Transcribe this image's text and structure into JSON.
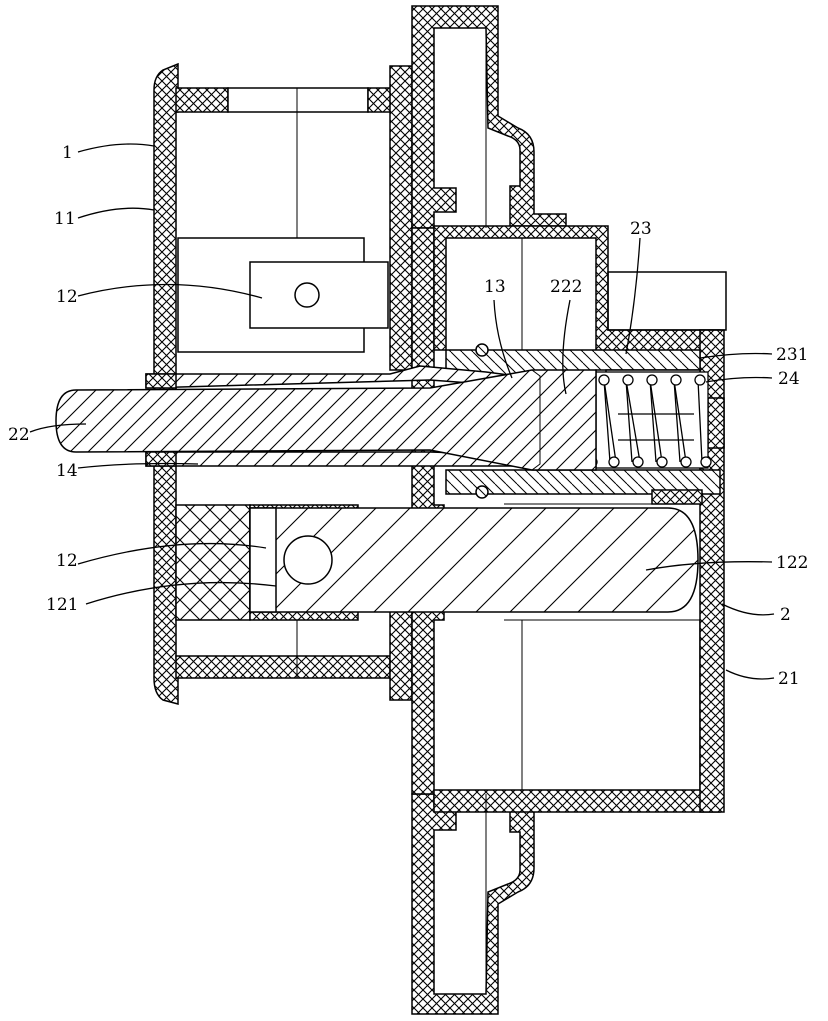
{
  "labels": {
    "l1": "1",
    "l11": "11",
    "l12a": "12",
    "l22": "22",
    "l14": "14",
    "l12b": "12",
    "l121": "121",
    "l13": "13",
    "l222": "222",
    "l23": "23",
    "l231": "231",
    "l24": "24",
    "l122": "122",
    "l2": "2",
    "l21": "21"
  },
  "colors": {
    "line": "#000000",
    "background": "#ffffff"
  }
}
